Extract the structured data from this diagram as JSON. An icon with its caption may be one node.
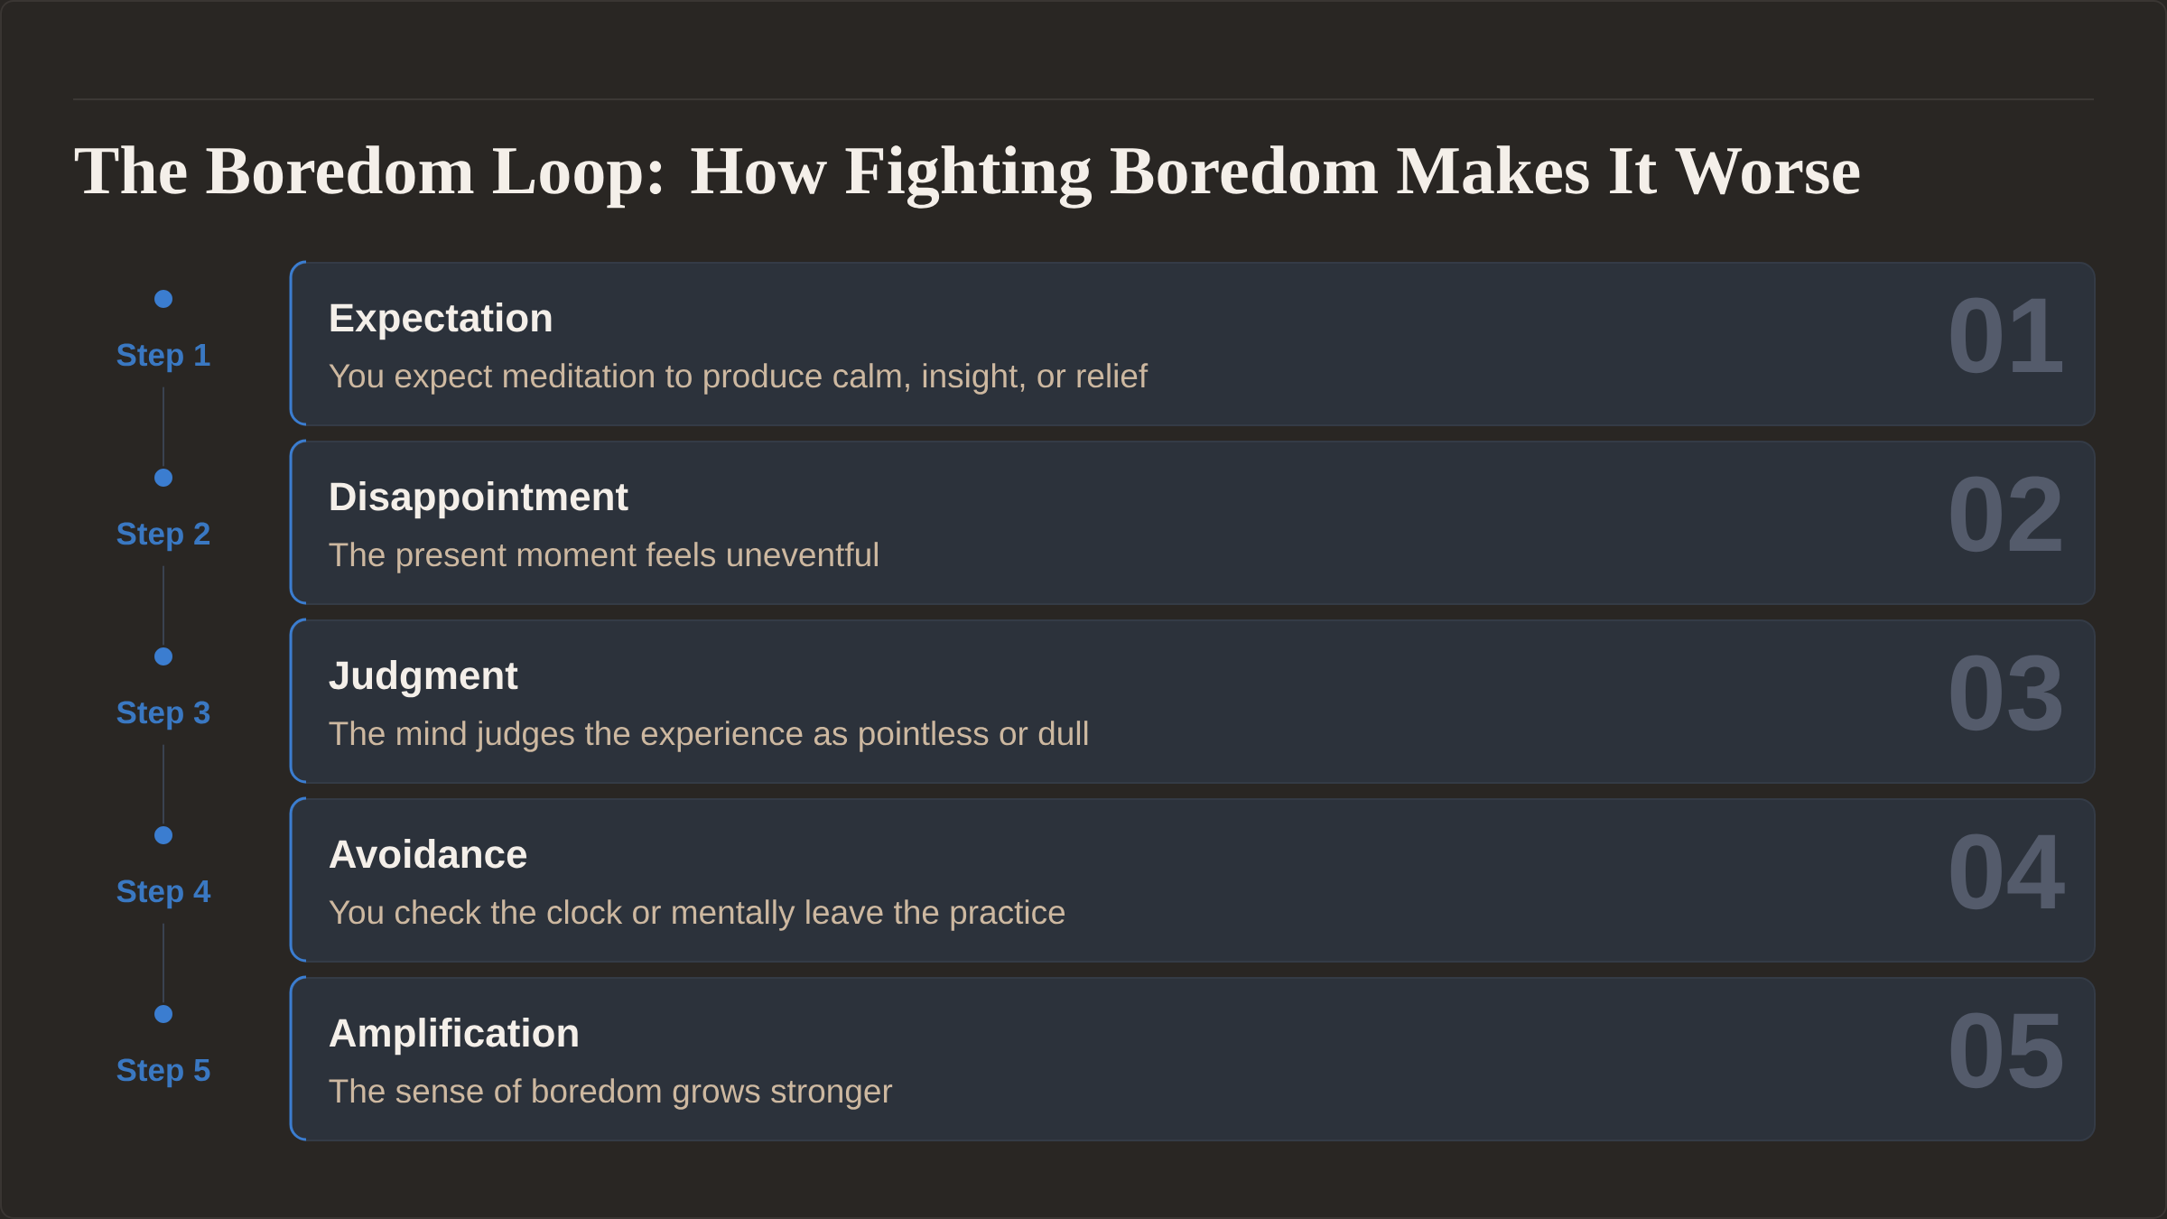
{
  "diagram": {
    "title": "The Boredom Loop: How Fighting Boredom Makes It Worse",
    "nodes": [
      {
        "text": [
          "Step 1"
        ]
      },
      {
        "text": [
          "Expectation",
          "You expect meditation to produce calm, insight, or relief",
          "01"
        ]
      },
      {
        "text": [
          "Step 2"
        ]
      },
      {
        "text": [
          "Disappointment",
          "The present moment feels uneventful",
          "02"
        ]
      },
      {
        "text": [
          "Step 3"
        ]
      },
      {
        "text": [
          "Judgment",
          "The mind judges the experience as pointless or dull",
          "03"
        ]
      },
      {
        "text": [
          "Step 4"
        ]
      },
      {
        "text": [
          "Avoidance",
          "You check the clock or mentally leave the practice",
          "04"
        ]
      },
      {
        "text": [
          "Step 5"
        ]
      },
      {
        "text": [
          "Amplification",
          "The sense of boredom grows stronger",
          "05"
        ]
      }
    ],
    "edges": [
      {
        "from": 0,
        "to": 2,
        "arrow": "none"
      },
      {
        "from": 2,
        "to": 4,
        "arrow": "none"
      },
      {
        "from": 4,
        "to": 6,
        "arrow": "none"
      },
      {
        "from": 6,
        "to": 8,
        "arrow": "none"
      }
    ]
  }
}
